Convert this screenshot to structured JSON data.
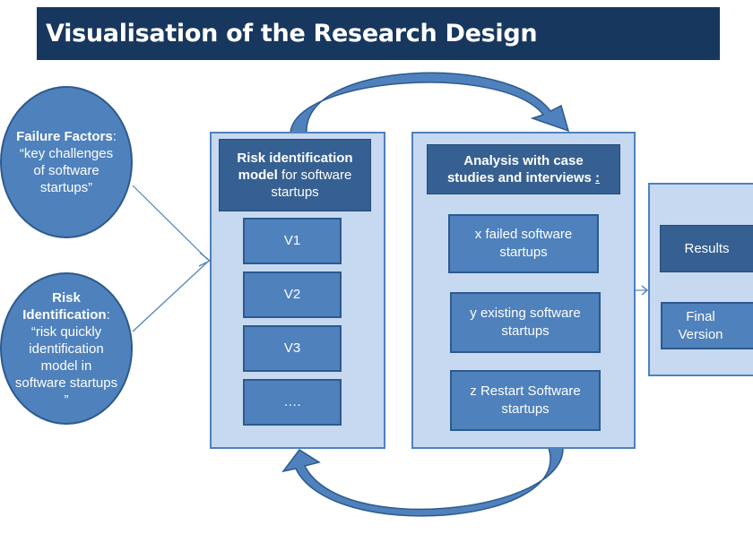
{
  "title": "Visualisation of the Research Design",
  "circles": {
    "failure": {
      "bold": "Failure Factors",
      "rest": ":\n“key challenges of software startups”"
    },
    "risk": {
      "bold": "Risk Identification",
      "rest": ":\n“risk quickly identification model in software startups ”"
    }
  },
  "model_panel": {
    "header_bold": "Risk identification model",
    "header_rest": " for software startups",
    "versions": [
      "V1",
      "V2",
      "V3",
      "…."
    ]
  },
  "analysis_panel": {
    "header": "Analysis with case studies and interviews ",
    "header_colon": ":",
    "items": [
      "x failed software startups",
      "y existing software startups",
      "z Restart Software startups"
    ]
  },
  "results_panel": {
    "results": "Results",
    "final": "Final Version"
  },
  "colors": {
    "title_bg": "#17375e",
    "panel_bg": "#c6d9f1",
    "box_blue": "#4f81bd",
    "box_dark": "#366092"
  }
}
